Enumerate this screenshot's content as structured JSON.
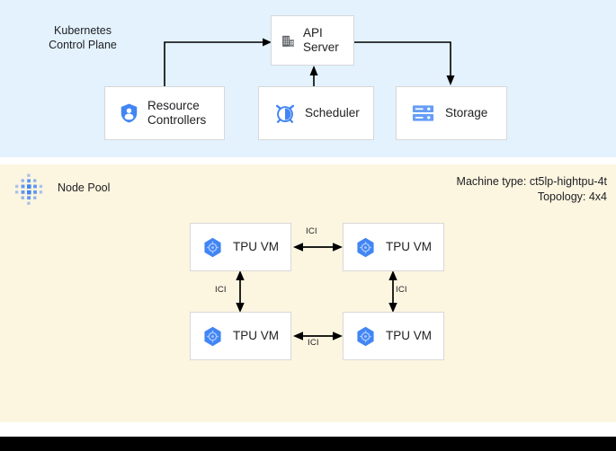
{
  "sections": {
    "control_plane": {
      "title": "Kubernetes\nControl Plane",
      "background": "#e3f2fd",
      "boxes": [
        {
          "id": "api-server",
          "label": "API\nServer",
          "icon": "server-building-icon"
        },
        {
          "id": "resource-controllers",
          "label": "Resource\nControllers",
          "icon": "shield-user-icon"
        },
        {
          "id": "scheduler",
          "label": "Scheduler",
          "icon": "alarm-clock-icon"
        },
        {
          "id": "storage",
          "label": "Storage",
          "icon": "storage-rack-icon"
        }
      ]
    },
    "node_pool": {
      "label": "Node Pool",
      "icon": "node-cluster-dots-icon",
      "background": "#fcf5e0",
      "machine_type": "Machine type: ct5lp-hightpu-4t",
      "topology": "Topology: 4x4",
      "vms": [
        {
          "id": "tpu-vm-1",
          "label": "TPU VM",
          "icon": "tpu-hexagon-icon"
        },
        {
          "id": "tpu-vm-2",
          "label": "TPU VM",
          "icon": "tpu-hexagon-icon"
        },
        {
          "id": "tpu-vm-3",
          "label": "TPU VM",
          "icon": "tpu-hexagon-icon"
        },
        {
          "id": "tpu-vm-4",
          "label": "TPU VM",
          "icon": "tpu-hexagon-icon"
        }
      ],
      "links": [
        {
          "id": "ici-top",
          "label": "ICI"
        },
        {
          "id": "ici-left",
          "label": "ICI"
        },
        {
          "id": "ici-right",
          "label": "ICI"
        },
        {
          "id": "ici-bottom",
          "label": "ICI"
        }
      ]
    }
  },
  "colors": {
    "control_plane_bg": "#e3f2fd",
    "node_pool_bg": "#fcf5e0",
    "accent_blue": "#4285f4",
    "icon_gray": "#5f6368",
    "box_border": "#d8d8d8",
    "connector": "#000000",
    "bottom_bar": "#000000"
  }
}
